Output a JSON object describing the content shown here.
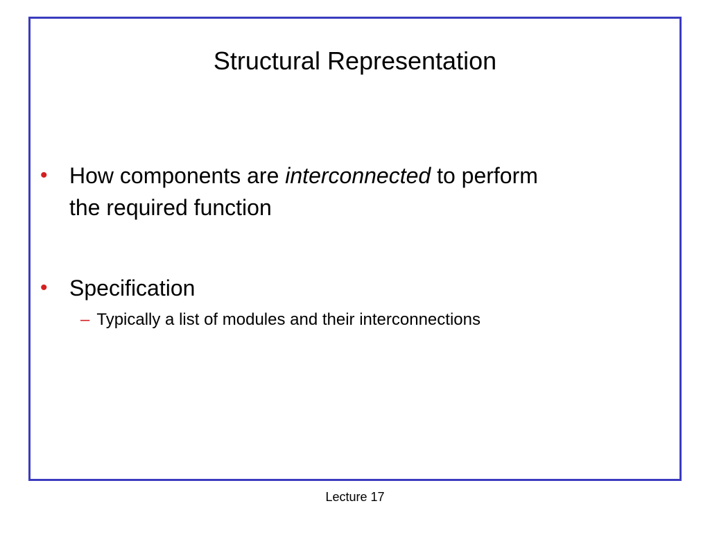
{
  "slide": {
    "title": "Structural Representation",
    "bullets": [
      {
        "line1_pre": "How components are ",
        "line1_em": "interconnected",
        "line1_post": " to perform",
        "line2": "the required function"
      },
      {
        "text": "Specification",
        "sub": "Typically a list of modules and their interconnections"
      }
    ],
    "footer": "Lecture 17"
  },
  "colors": {
    "frame": "#3b3bbf",
    "bullet_marker": "#d42020"
  }
}
